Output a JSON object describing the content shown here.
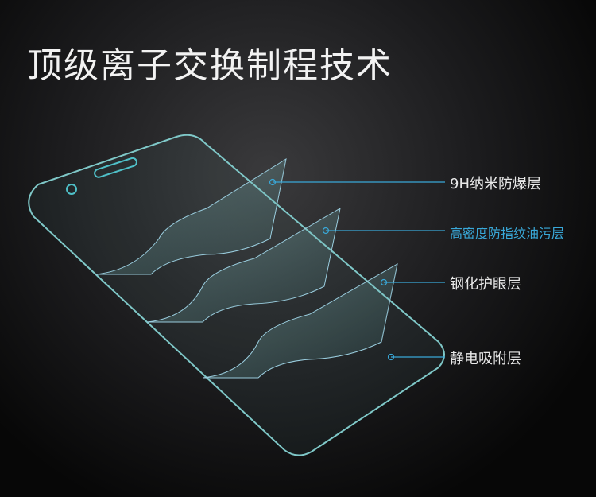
{
  "title": "顶级离子交换制程技术",
  "layers": [
    {
      "label": "9H纳米防爆层",
      "highlight": false
    },
    {
      "label": "高密度防指纹油污层",
      "highlight": true
    },
    {
      "label": "钢化护眼层",
      "highlight": false
    },
    {
      "label": "静电吸附层",
      "highlight": false
    }
  ],
  "colors": {
    "accent": "#39a8d8",
    "glass_edge": "#7fc8c8"
  }
}
